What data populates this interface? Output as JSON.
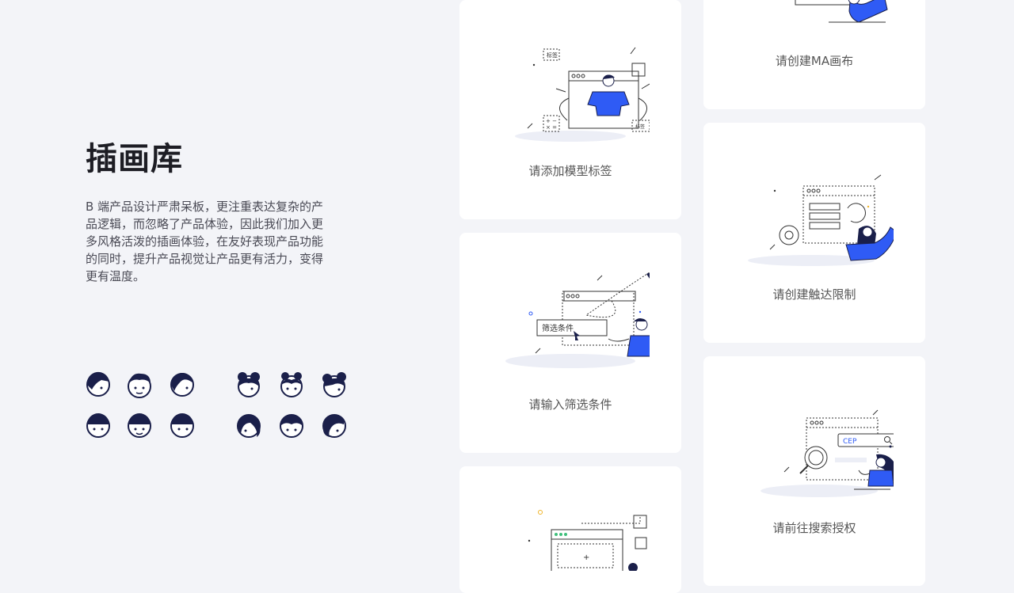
{
  "header": {
    "title": "插画库",
    "description": "B 端产品设计严肃呆板，更注重表达复杂的产品逻辑，而忽略了产品体验，因此我们加入更多风格活泼的插画体验，在友好表现产品功能的同时，提升产品视觉让产品更有活力，变得更有温度。"
  },
  "cards": {
    "ma_canvas": "请创建MA画布",
    "model_tag": "请添加模型标签",
    "touch_limit": "请创建触达限制",
    "filter": "请输入筛选条件",
    "search_auth": "请前往搜索授权"
  },
  "illustration_text": {
    "tag1": "标签",
    "tag2": "标签",
    "filter_box": "筛选条件",
    "cep": "CEP"
  },
  "colors": {
    "accent": "#2f5bf5",
    "ink": "#1a1f4a",
    "bg": "#f3f4f8"
  }
}
